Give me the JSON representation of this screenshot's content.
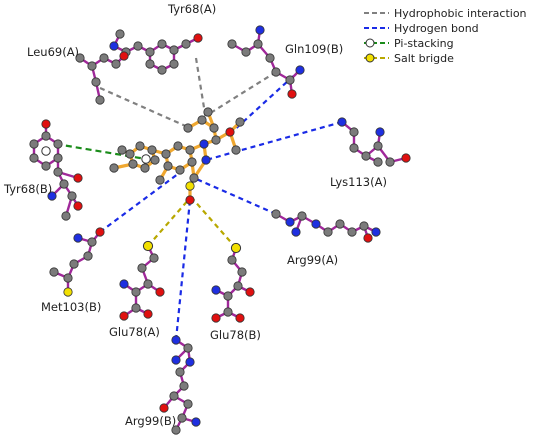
{
  "legend": {
    "hydrophobic": "Hydrophobic interaction",
    "hbond": "Hydrogen bond",
    "pistack": "Pi-stacking",
    "saltbridge": "Salt brigde"
  },
  "colors": {
    "hydrophobic": "#808080",
    "hbond": "#1a2be6",
    "pistack": "#1a8c1a",
    "saltbridge": "#b8a800",
    "ligand_bond": "#f0a830",
    "residue_bond": "#a0289a",
    "carbon": "#7b7b7b",
    "nitrogen": "#1f2fe0",
    "oxygen": "#e01010",
    "sulfur": "#f2e000"
  },
  "residues": {
    "tyr68a": "Tyr68(A)",
    "leu69a": "Leu69(A)",
    "gln109b": "Gln109(B)",
    "tyr68b": "Tyr68(B)",
    "lys113a": "Lys113(A)",
    "arg99a": "Arg99(A)",
    "met103b": "Met103(B)",
    "glu78a": "Glu78(A)",
    "glu78b": "Glu78(B)",
    "arg99b": "Arg99(B)"
  }
}
